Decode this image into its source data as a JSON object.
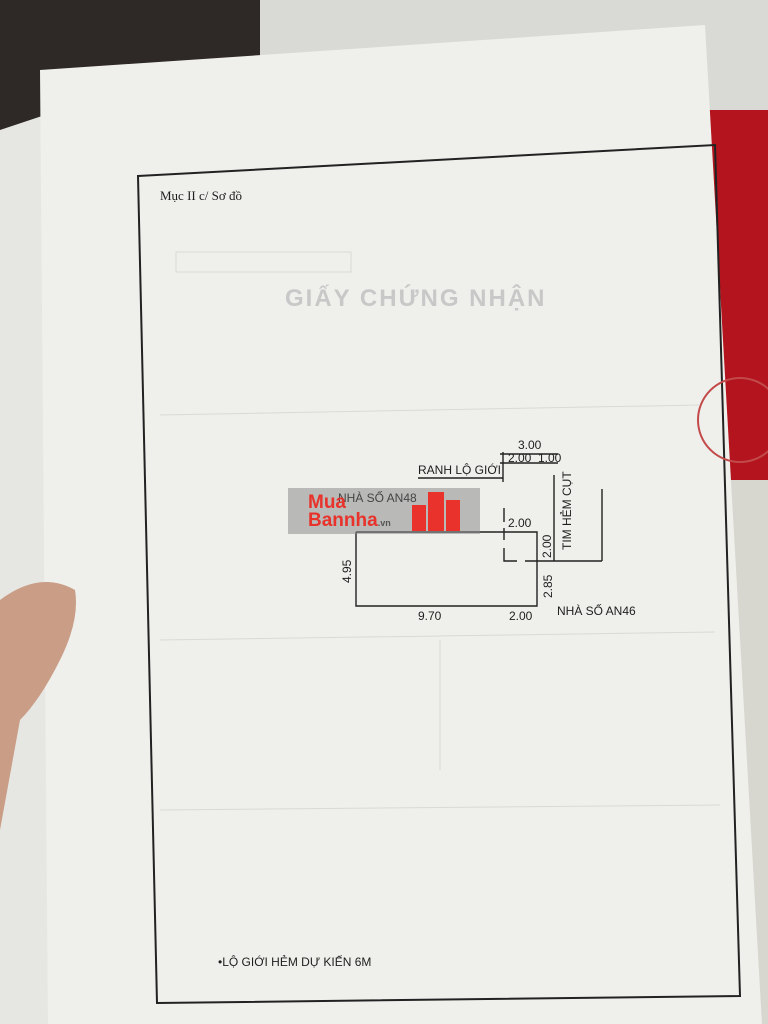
{
  "document": {
    "section_heading": "Mục II c/ Sơ đồ",
    "faint_title": "GIẤY CHỨNG NHẬN",
    "footer_note": "•LỘ GIỚI HẺM DỰ KIẾN 6M"
  },
  "diagram": {
    "boundary_label": "RANH LỘ GIỚI",
    "alley_label": "TIM HẺM CỤT",
    "neighbor_top": "NHÀ SỐ AN48",
    "neighbor_bottom": "NHÀ SỐ AN46",
    "dims": {
      "top_total": "3.00",
      "top_left": "2.00",
      "top_right": "1.00",
      "step_width": "2.00",
      "step_height": "2.00",
      "left_side": "4.95",
      "right_side": "2.85",
      "bottom_main": "9.70",
      "bottom_right": "2.00"
    }
  },
  "watermark": {
    "line1": "Mua",
    "line2": "Bannha",
    "suffix": ".vn",
    "color": "#e8322b"
  }
}
